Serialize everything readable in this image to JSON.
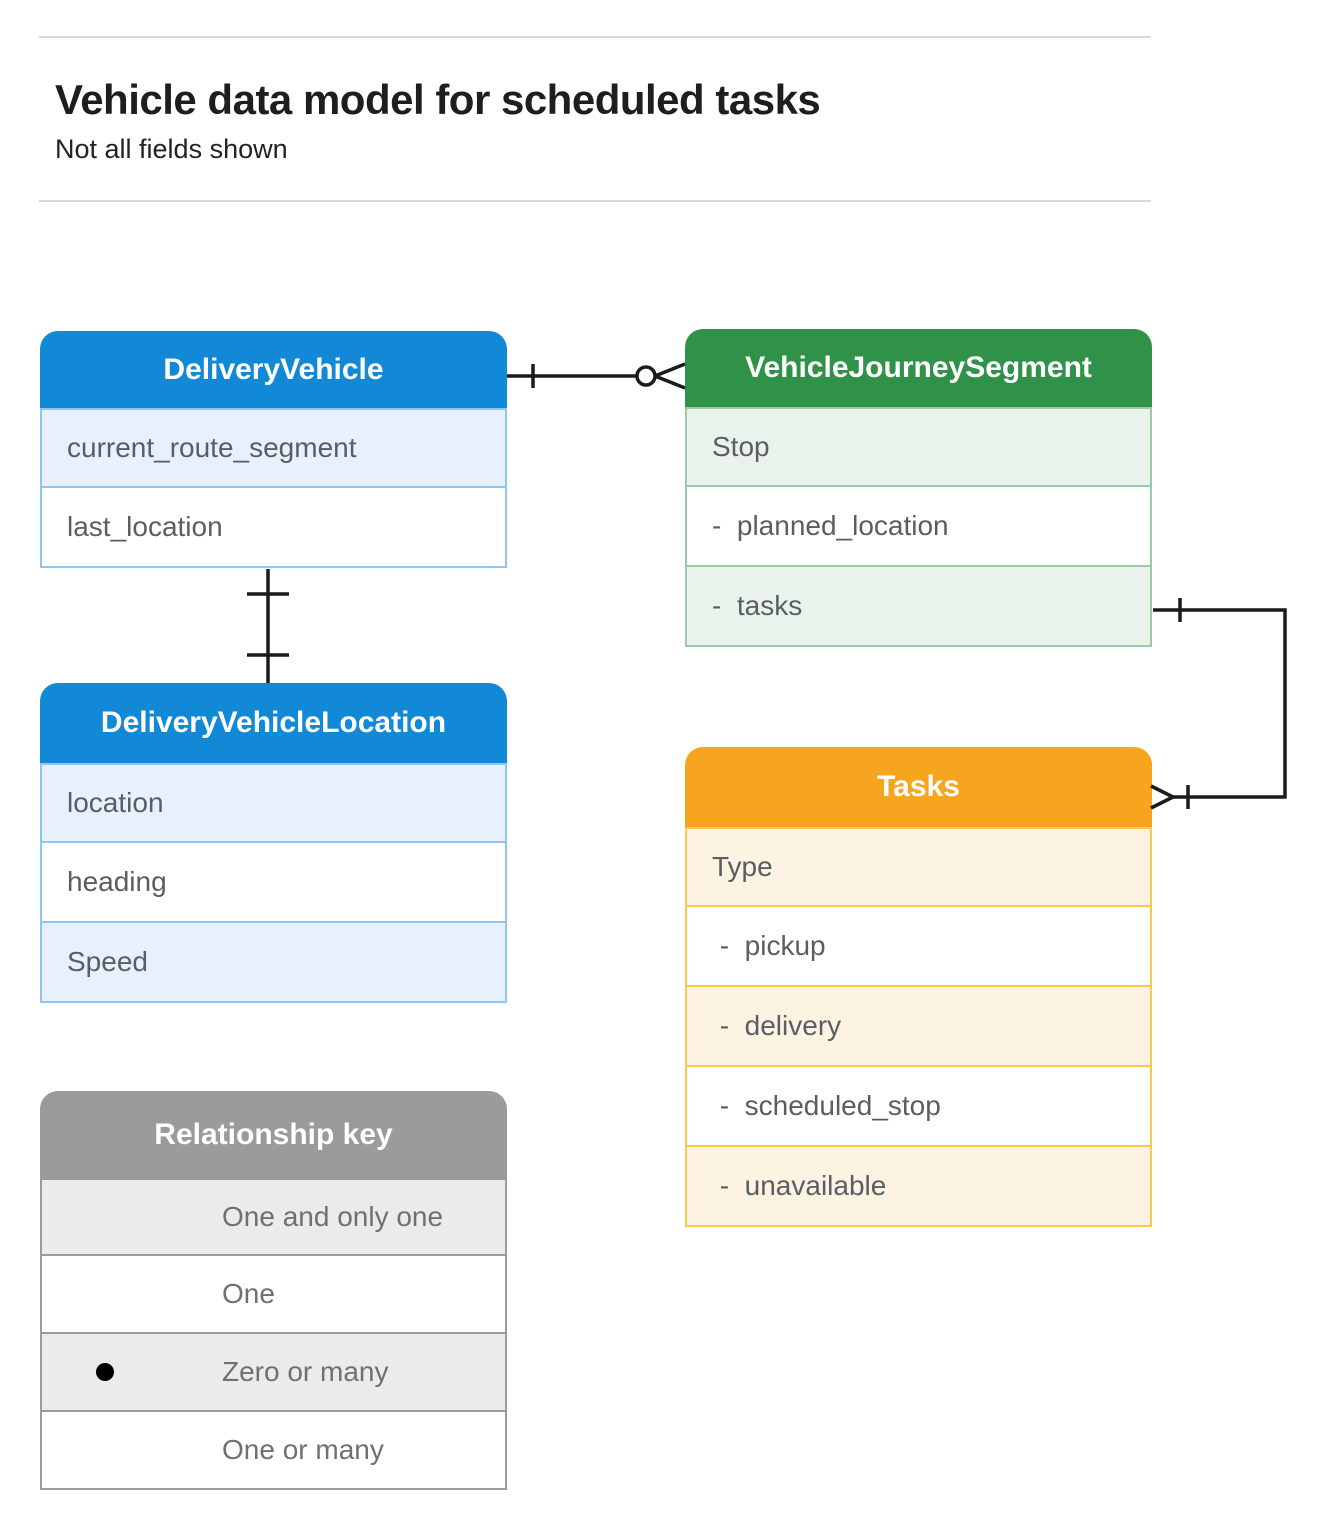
{
  "header": {
    "title": "Vehicle data model for scheduled tasks",
    "subtitle": "Not all fields shown"
  },
  "entities": {
    "delivery_vehicle": {
      "title": "DeliveryVehicle",
      "fields": [
        "current_route_segment",
        "last_location"
      ]
    },
    "vehicle_journey_segment": {
      "title": "VehicleJourneySegment",
      "fields": [
        "Stop",
        "-  planned_location",
        "-  tasks"
      ]
    },
    "delivery_vehicle_location": {
      "title": "DeliveryVehicleLocation",
      "fields": [
        "location",
        "heading",
        "Speed"
      ]
    },
    "tasks": {
      "title": "Tasks",
      "fields": [
        "Type",
        " -  pickup",
        " -  delivery",
        " -  scheduled_stop",
        " -  unavailable"
      ]
    }
  },
  "legend": {
    "title": "Relationship key",
    "items": [
      {
        "symbol": "one-and-only-one-icon",
        "label": "One and only one"
      },
      {
        "symbol": "one-icon",
        "label": "One"
      },
      {
        "symbol": "zero-or-many-icon",
        "label": "Zero or many"
      },
      {
        "symbol": "one-or-many-icon",
        "label": "One or many"
      }
    ]
  },
  "relationships": [
    {
      "from": "DeliveryVehicle",
      "from_cardinality": "one",
      "to": "VehicleJourneySegment",
      "to_cardinality": "zero-or-many"
    },
    {
      "from": "DeliveryVehicle",
      "from_cardinality": "one",
      "to": "DeliveryVehicleLocation",
      "to_cardinality": "one"
    },
    {
      "from": "VehicleJourneySegment.tasks",
      "from_cardinality": "one",
      "to": "Tasks",
      "to_cardinality": "one-or-many"
    }
  ],
  "colors": {
    "blue_header": "#1289d6",
    "blue_row": "#e7f1fd",
    "blue_border": "#8fc5f2",
    "green_header": "#2f9248",
    "green_row": "#e9f3ec",
    "green_border": "#9acaa6",
    "orange_header": "#f7a41e",
    "orange_row": "#fdf3e2",
    "orange_border": "#fcc851",
    "gray_header": "#9b9b9b",
    "gray_row": "#ebebeb",
    "gray_border": "#9c9c9c",
    "connector": "#1b1b1b"
  }
}
